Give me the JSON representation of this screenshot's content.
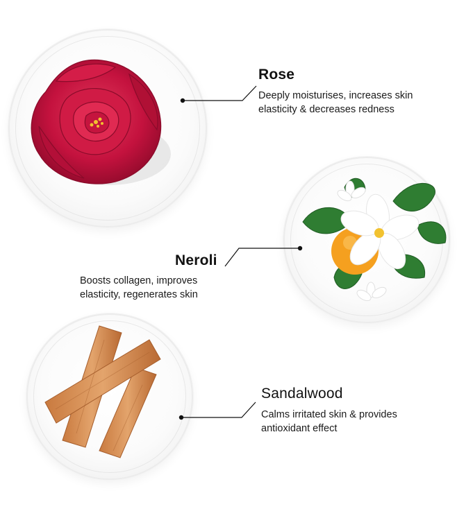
{
  "ingredients": [
    {
      "name": "Rose",
      "description_lines": [
        "Deeply moisturises, increases skin",
        "elasticity & decreases redness"
      ],
      "icon": "rose-flower-icon"
    },
    {
      "name": "Neroli",
      "description_lines": [
        "Boosts collagen, improves",
        "elasticity, regenerates skin"
      ],
      "icon": "neroli-blossom-icon"
    },
    {
      "name": "Sandalwood",
      "description_lines": [
        "Calms irritated skin & provides",
        "antioxidant effect"
      ],
      "icon": "sandalwood-sticks-icon"
    }
  ],
  "colors": {
    "rose": "#c8103e",
    "orange": "#f5a623",
    "leaf": "#2f7d32",
    "wood": "#d9925a",
    "text": "#111111"
  }
}
